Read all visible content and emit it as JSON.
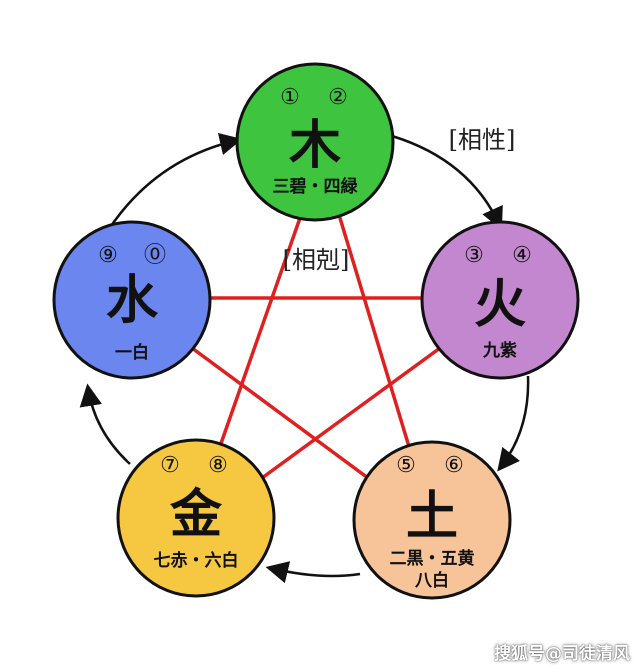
{
  "labels": {
    "mutual_generation": "[相性]",
    "mutual_overcoming": "[相剋]"
  },
  "elements": {
    "wood": {
      "glyph": "木",
      "numbers": [
        "①",
        "②"
      ],
      "stars": "三碧・四緑",
      "stars_line2": "",
      "color": "#3ec43e"
    },
    "fire": {
      "glyph": "火",
      "numbers": [
        "③",
        "④"
      ],
      "stars": "九紫",
      "stars_line2": "",
      "color": "#c387cf"
    },
    "earth": {
      "glyph": "土",
      "numbers": [
        "⑤",
        "⑥"
      ],
      "stars": "二黒・五黄",
      "stars_line2": "八白",
      "color": "#f7c49a"
    },
    "metal": {
      "glyph": "金",
      "numbers": [
        "⑦",
        "⑧"
      ],
      "stars": "七赤・六白",
      "stars_line2": "",
      "color": "#f6c740"
    },
    "water": {
      "glyph": "水",
      "numbers": [
        "⑨",
        "⓪"
      ],
      "stars": "一白",
      "stars_line2": "",
      "color": "#6b86ef"
    }
  },
  "colors": {
    "overcoming_line": "#e02020",
    "cycle_arrow": "#111111"
  },
  "watermark": "搜狐号@司徒清风"
}
